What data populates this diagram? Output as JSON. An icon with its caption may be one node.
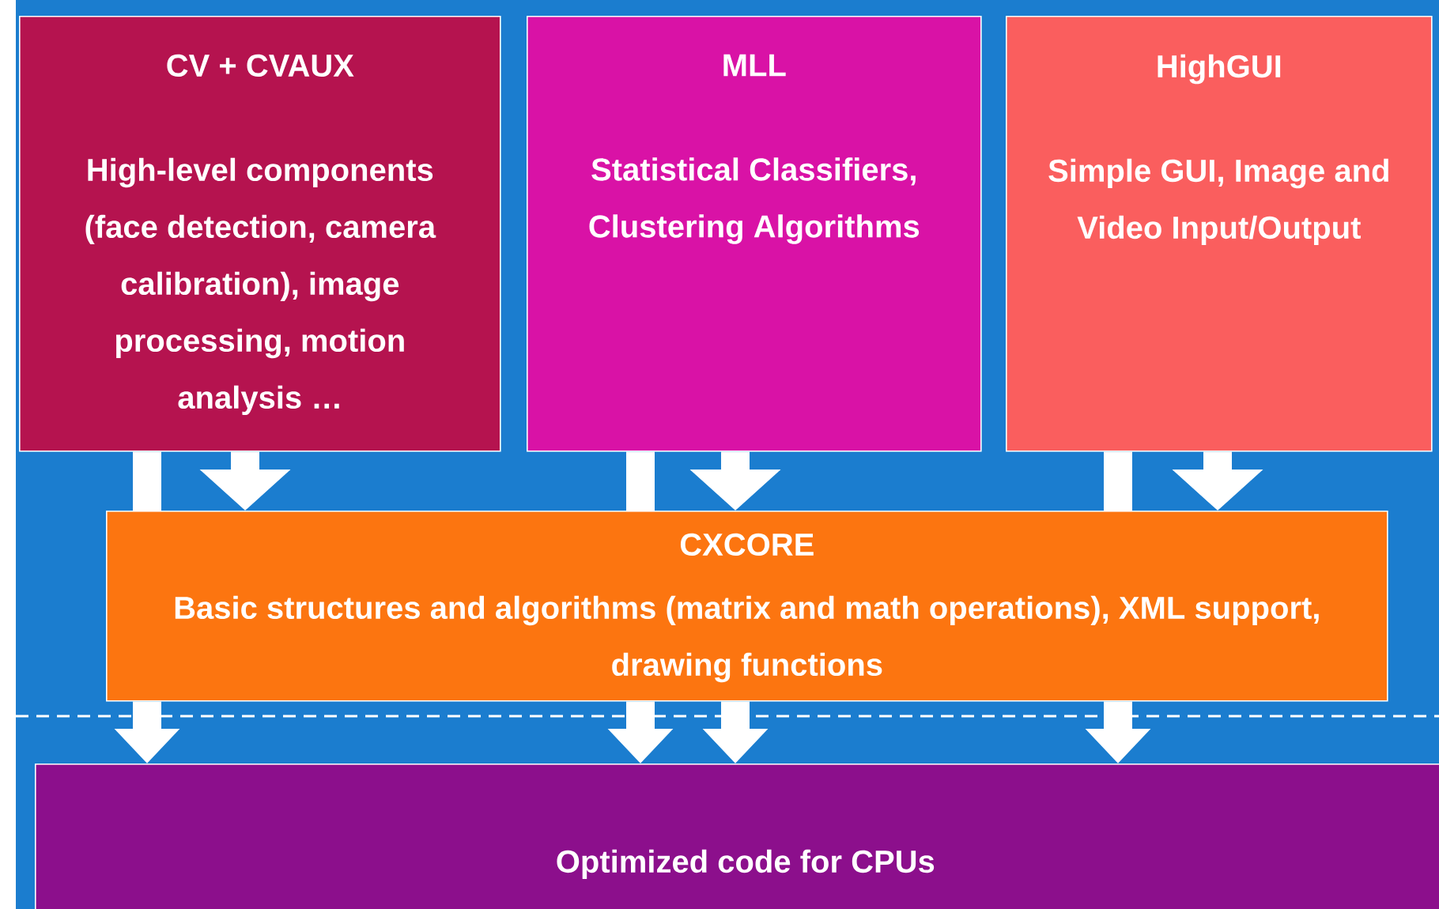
{
  "diagram": {
    "nodes": [
      {
        "text": [
          "CV + CVAUX",
          "High-level components (face detection, camera calibration), image processing, motion analysis …"
        ]
      },
      {
        "text": [
          "MLL",
          "Statistical Classifiers, Clustering Algorithms"
        ]
      },
      {
        "text": [
          "HighGUI",
          "Simple GUI, Image and Video Input/Output"
        ]
      },
      {
        "text": [
          "CXCORE",
          "Basic structures and algorithms (matrix and  math operations), XML support, drawing functions"
        ]
      },
      {
        "text": [
          "Optimized code for CPUs"
        ]
      }
    ],
    "edges": [
      {
        "from": 0,
        "to": 3,
        "arrow": "none"
      },
      {
        "from": 0,
        "to": 3,
        "arrow": "to"
      },
      {
        "from": 1,
        "to": 3,
        "arrow": "none"
      },
      {
        "from": 1,
        "to": 3,
        "arrow": "to"
      },
      {
        "from": 2,
        "to": 3,
        "arrow": "none"
      },
      {
        "from": 2,
        "to": 3,
        "arrow": "to"
      },
      {
        "from": 3,
        "to": 4,
        "arrow": "to"
      },
      {
        "from": 3,
        "to": 4,
        "arrow": "to"
      },
      {
        "from": 3,
        "to": 4,
        "arrow": "to"
      },
      {
        "from": 3,
        "to": 4,
        "arrow": "to"
      }
    ]
  }
}
